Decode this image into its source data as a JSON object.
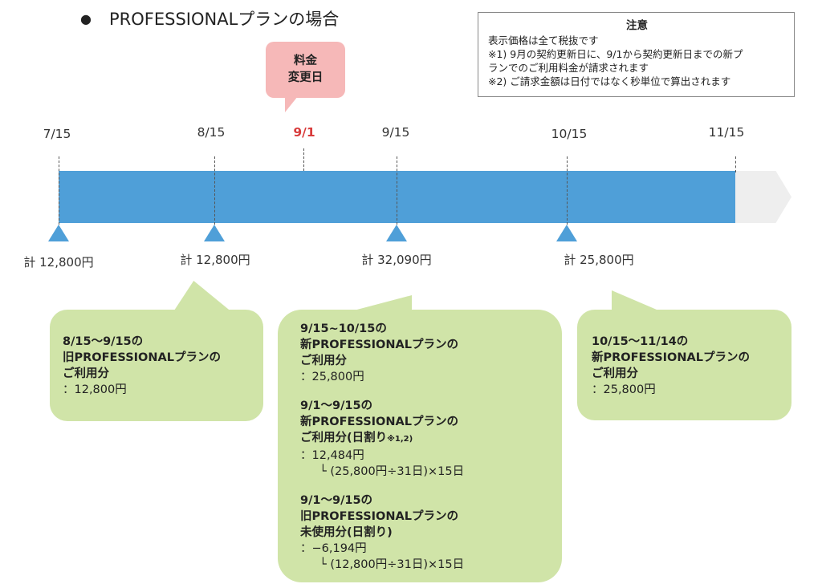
{
  "heading": {
    "bullet": "●",
    "text": "PROFESSIONALプランの場合"
  },
  "notice": {
    "title": "注意",
    "lines": [
      "表示価格は全て税抜です",
      "※1) 9月の契約更新日に、9/1から契約更新日までの新プ",
      "ランでのご利用料金が請求されます",
      "※2) ご請求金額は日付ではなく秒単位で算出されます"
    ]
  },
  "callout": {
    "line1": "料金",
    "line2": "変更日"
  },
  "dates": [
    "7/15",
    "8/15",
    "9/1",
    "9/15",
    "10/15",
    "11/15"
  ],
  "totals": [
    "計 12,800円",
    "計 12,800円",
    "計 32,090円",
    "計 25,800円"
  ],
  "boxes": {
    "left": {
      "lines": [
        "8/15〜9/15の",
        "旧PROFESSIONALプランの",
        "ご利用分"
      ],
      "value": "：12,800円"
    },
    "middle": {
      "sec1": {
        "lines": [
          "9/15~10/15の",
          "新PROFESSIONALプランの",
          "ご利用分"
        ],
        "value": "：25,800円"
      },
      "sec2": {
        "lines": [
          "9/1〜9/15の",
          "新PROFESSIONALプランの"
        ],
        "line3": "ご利用分(日割り",
        "note": "※1,2)",
        "value": "：12,484円",
        "calc": "└ (25,800円÷31日)×15日"
      },
      "sec3": {
        "lines": [
          "9/1〜9/15の",
          "旧PROFESSIONALプランの",
          "未使用分(日割り)"
        ],
        "value": "：−6,194円",
        "calc": "└ (12,800円÷31日)×15日"
      }
    },
    "right": {
      "lines": [
        "10/15〜11/14の",
        "新PROFESSIONALプランの",
        "ご利用分"
      ],
      "value": "：25,800円"
    }
  },
  "colors": {
    "timeline": "#4f9fd8",
    "callout": "#f6b8b8",
    "box": "#d0e4a8",
    "highlight_date": "#d83c3c"
  }
}
